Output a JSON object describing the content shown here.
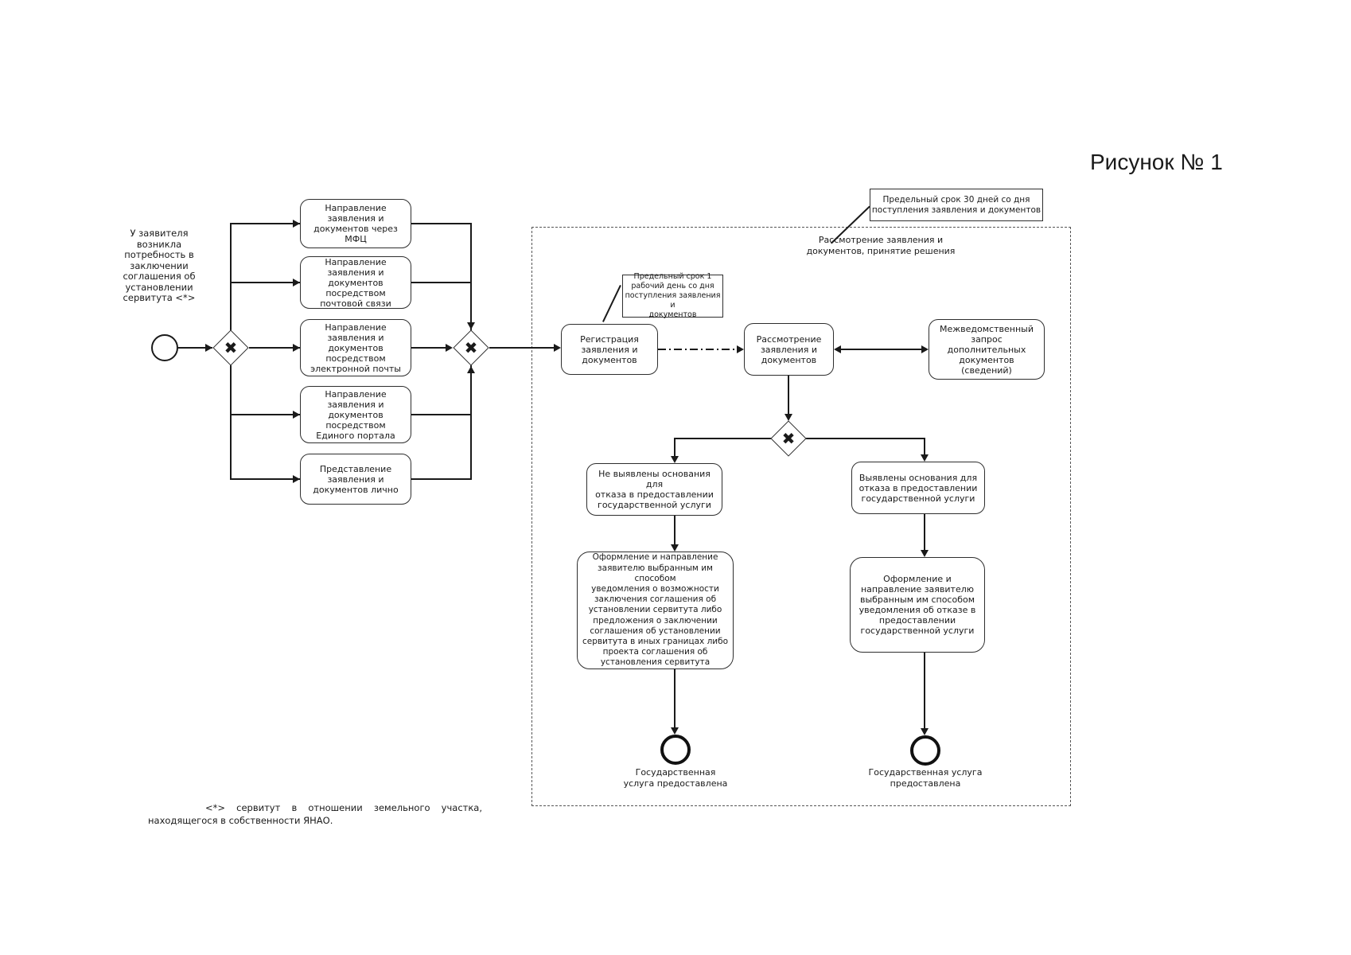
{
  "figure_title": "Рисунок № 1",
  "colors": {
    "ink": "#1a1a1a",
    "box_border": "#2e2e2e",
    "background": "#ffffff"
  },
  "icons": {
    "exclusive_gateway_x": "✖"
  },
  "start_event": {
    "label": "У заявителя\nвозникла\nпотребность в\nзаключении\nсоглашения об\nустановлении\nсервитута <*>"
  },
  "channels": [
    {
      "label": "Направление\nзаявления и\nдокументов через\nМФЦ"
    },
    {
      "label": "Направление\nзаявления и\nдокументов\nпосредством\nпочтовой связи"
    },
    {
      "label": "Направление\nзаявления и\nдокументов\nпосредством\nэлектронной почты"
    },
    {
      "label": "Направление\nзаявления и\nдокументов\nпосредством\nЕдиного портала"
    },
    {
      "label": "Представление\nзаявления и\nдокументов лично"
    }
  ],
  "subprocess": {
    "label": "Рассмотрение заявления и\nдокументов, принятие решения",
    "annotation_30_days": "Предельный срок 30 дней со дня\nпоступления заявления и документов",
    "annotation_1_day": "Предельный срок 1\nрабочий день со дня\nпоступления заявления и\nдокументов",
    "tasks": {
      "registration": "Регистрация\nзаявления и\nдокументов",
      "review": "Рассмотрение\nзаявления и\nдокументов",
      "interagency_request": "Межведомственный\nзапрос\nдополнительных\nдокументов\n(сведений)"
    },
    "branches": {
      "no_refusal_grounds": "Не выявлены основания для\nотказа в предоставлении\nгосударственной услуги",
      "refusal_grounds": "Выявлены основания для\nотказа в предоставлении\nгосударственной услуги"
    },
    "outcomes": {
      "approval": "Оформление и направление\nзаявителю выбранным им способом\nуведомления о возможности\nзаключения соглашения об\nустановлении сервитута либо\nпредложения о заключении\nсоглашения об установлении\nсервитута в иных границах либо\nпроекта соглашения об\nустановления сервитута",
      "refusal": "Оформление и\nнаправление заявителю\nвыбранным им способом\nуведомления об отказе в\nпредоставлении\nгосударственной услуги"
    },
    "end_events": {
      "left_label": "Государственная\nуслуга предоставлена",
      "right_label": "Государственная услуга\nпредоставлена"
    }
  },
  "footnote": "<*> сервитут в отношении земельного участка, находящегося в собственности ЯНАО."
}
